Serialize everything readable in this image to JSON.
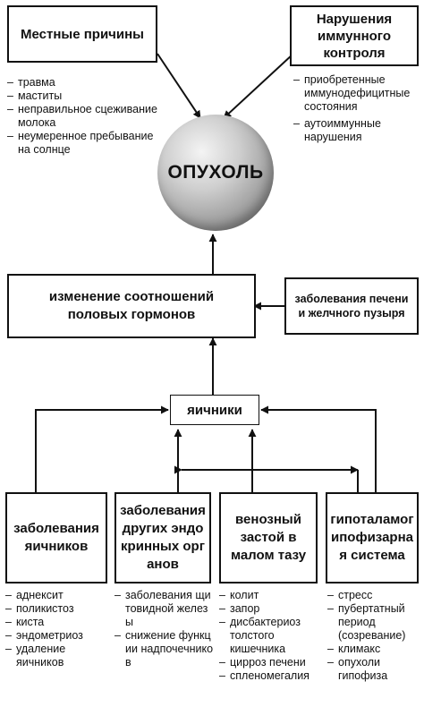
{
  "center": {
    "label": "ОПУХОЛЬ"
  },
  "top_left": {
    "title": "Местные причины",
    "items": [
      "травма",
      "маститы",
      "неправильное сцеживание молока",
      "неумеренное пребывание на солнце"
    ]
  },
  "top_right": {
    "title": "Нарушения иммунного контроля",
    "items": [
      "приобретенные иммунодефицитные состояния",
      "аутоиммунные нарушения"
    ]
  },
  "hormones": {
    "label": "изменение соотношений половых гормонов"
  },
  "liver": {
    "label": "заболевания печени и желчного пузыря"
  },
  "ovaries": {
    "label": "яичники"
  },
  "bottom": [
    {
      "title": "заболевания яичников",
      "items": [
        "аднексит",
        "поликистоз",
        "киста",
        "эндометриоз",
        "удаление яичников"
      ]
    },
    {
      "title": "заболевания других эндокринных органов",
      "items": [
        "заболевания щитовидной железы",
        "снижение функции надпочечников"
      ]
    },
    {
      "title": "венозный застой в малом тазу",
      "items": [
        "колит",
        "запор",
        "дисбактериоз толстого кишечника",
        "цирроз печени",
        "спленомегалия"
      ]
    },
    {
      "title": "гипоталамогипофизарная система",
      "items": [
        "стресс",
        "пубертатный период (созревание)",
        "климакс",
        "опухоли гипофиза"
      ]
    }
  ]
}
